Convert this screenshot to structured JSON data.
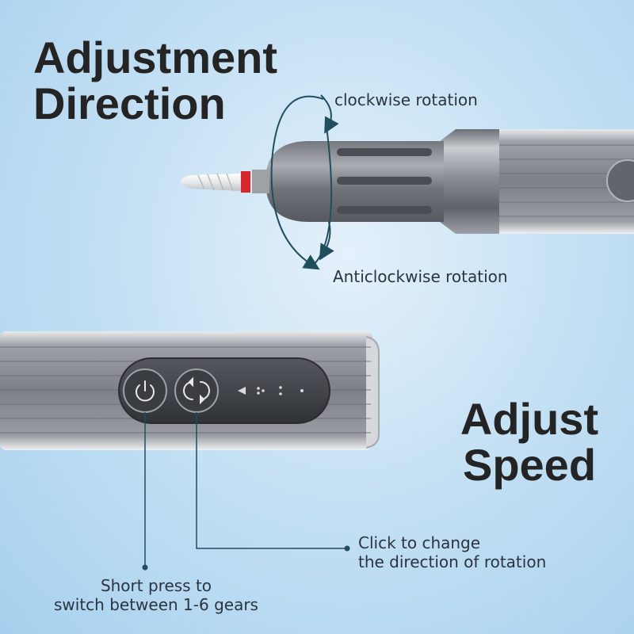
{
  "headings": {
    "direction": [
      "Adjustment",
      "Direction"
    ],
    "speed": [
      "Adjust",
      "Speed"
    ]
  },
  "callouts": {
    "clockwise": "clockwise rotation",
    "anticlockwise": "Anticlockwise rotation",
    "change_direction": [
      "Click to change",
      "the direction of rotation"
    ],
    "gears": [
      "Short press to",
      "switch between 1-6 gears"
    ]
  },
  "colors": {
    "background": "#b9daf2",
    "heading": "#242424",
    "arrow": "#1f4e5f",
    "device_body": "#8c9096",
    "control_panel": "#3d4046",
    "drill_bit_band": "#d8262a"
  },
  "icons": [
    "power-icon",
    "rotate-icon",
    "speed-level-dots-icon"
  ]
}
